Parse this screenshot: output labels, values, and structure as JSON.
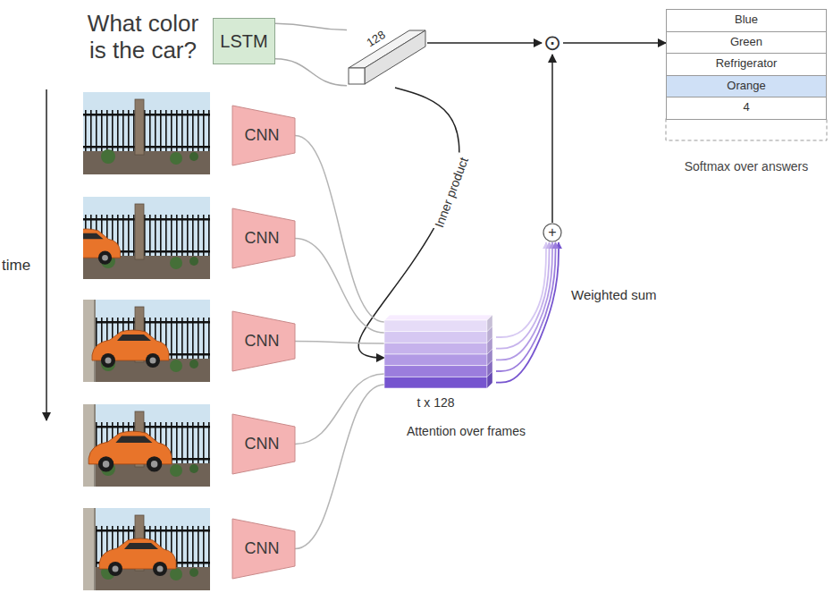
{
  "diagram": {
    "nodes": [
      {
        "text": [
          "LSTM"
        ]
      },
      {
        "text": [
          "128"
        ]
      },
      {
        "text": [
          "⊙"
        ]
      },
      {
        "text": [
          "Softmax over answers"
        ]
      },
      {
        "text": [
          "Blue"
        ],
        "in": 3
      },
      {
        "text": [
          "Green"
        ],
        "in": 3
      },
      {
        "text": [
          "Refrigerator"
        ],
        "in": 3
      },
      {
        "text": [
          "Orange"
        ],
        "in": 3
      },
      {
        "text": [
          "4"
        ],
        "in": 3
      },
      {
        "text": [
          "CNN"
        ]
      },
      {
        "text": [
          "CNN"
        ]
      },
      {
        "text": [
          "CNN"
        ]
      },
      {
        "text": [
          "CNN"
        ]
      },
      {
        "text": [
          "CNN"
        ]
      },
      {
        "text": [
          "+"
        ]
      },
      {
        "text": [
          "t x 128"
        ]
      }
    ],
    "edges": [
      {
        "from": 0,
        "to": 1,
        "arrow": "none"
      },
      {
        "from": 1,
        "to": 2,
        "arrow": "to"
      },
      {
        "from": 1,
        "to": 15,
        "label": "Inner product",
        "arrow": "to"
      },
      {
        "from": 9,
        "to": 15,
        "arrow": "none"
      },
      {
        "from": 10,
        "to": 15,
        "arrow": "none"
      },
      {
        "from": 11,
        "to": 15,
        "arrow": "none"
      },
      {
        "from": 12,
        "to": 15,
        "arrow": "none"
      },
      {
        "from": 13,
        "to": 15,
        "arrow": "none"
      },
      {
        "from": 15,
        "to": 14,
        "label": "Weighted sum",
        "arrow": "to"
      },
      {
        "from": 14,
        "to": 2,
        "arrow": "to"
      },
      {
        "from": 2,
        "to": 3,
        "arrow": "to"
      }
    ],
    "labels": [
      "What color is the car?",
      "time",
      "Attention over frames"
    ]
  }
}
